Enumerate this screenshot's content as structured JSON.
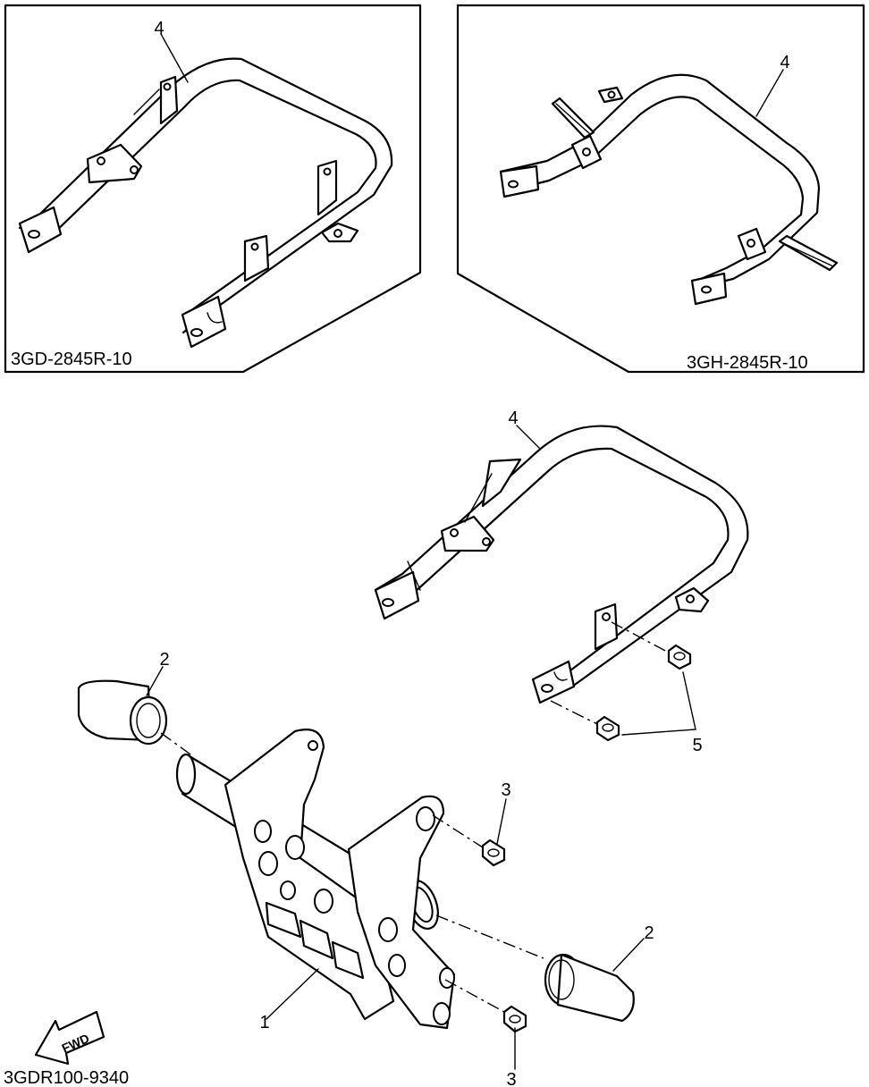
{
  "inset_left": {
    "code": "3GD-2845R-10",
    "callout": "4"
  },
  "inset_right": {
    "code": "3GH-2845R-10",
    "callout": "4"
  },
  "main": {
    "callouts": {
      "guard_bar": "4",
      "bolts_bar": "5",
      "cap_left": "2",
      "cap_right": "2",
      "bolt_upper": "3",
      "bolt_lower": "3",
      "bumper_plate": "1"
    },
    "fwd_label": "FWD",
    "diagram_code": "3GDR100-9340"
  }
}
